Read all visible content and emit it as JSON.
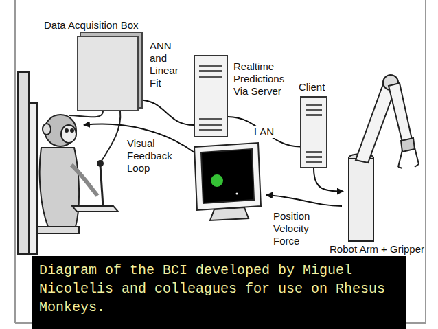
{
  "diagram": {
    "caption": "Diagram of the BCI developed by Miguel Nicolelis and colleagues for use on Rhesus Monkeys.",
    "nodes": [
      {
        "text": [
          "Data Acquisition Box"
        ]
      },
      {
        "text": [
          "ANN and Linear Fit"
        ]
      },
      {
        "text": [
          "Client"
        ]
      },
      {
        "text": [
          "Robot Arm + Gripper"
        ]
      }
    ],
    "edges": [
      {
        "from": 0,
        "to": 1,
        "arrow": "none"
      },
      {
        "from": 1,
        "to": 2,
        "label": "LAN",
        "arrow": "none"
      },
      {
        "from": 2,
        "to": 3,
        "arrow": "to"
      }
    ],
    "labels": [
      "Realtime Predictions Via Server",
      "Visual Feedback Loop",
      "Position Velocity Force"
    ]
  }
}
